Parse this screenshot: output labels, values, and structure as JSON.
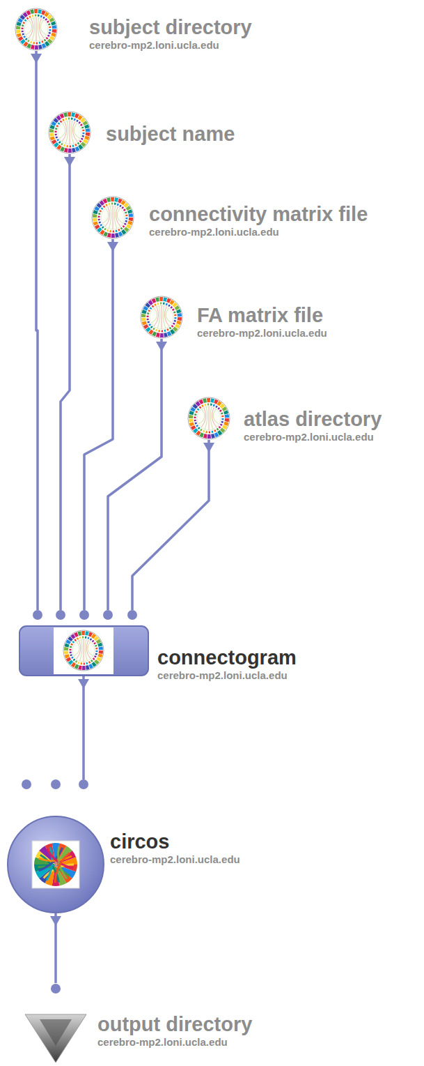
{
  "diagram": {
    "nodes": [
      {
        "text": [
          "subject directory",
          "cerebro-mp2.loni.ucla.edu"
        ]
      },
      {
        "text": [
          "subject name"
        ]
      },
      {
        "text": [
          "connectivity matrix file",
          "cerebro-mp2.loni.ucla.edu"
        ]
      },
      {
        "text": [
          "FA matrix file",
          "cerebro-mp2.loni.ucla.edu"
        ]
      },
      {
        "text": [
          "atlas directory",
          "cerebro-mp2.loni.ucla.edu"
        ]
      },
      {
        "text": [
          "connectogram",
          "cerebro-mp2.loni.ucla.edu"
        ]
      },
      {
        "text": [
          "circos",
          "cerebro-mp2.loni.ucla.edu"
        ]
      },
      {
        "text": [
          "output directory",
          "cerebro-mp2.loni.ucla.edu"
        ]
      }
    ],
    "edges": [
      {
        "from": 0,
        "to": 5,
        "arrow": "none"
      },
      {
        "from": 1,
        "to": 5,
        "arrow": "none"
      },
      {
        "from": 2,
        "to": 5,
        "arrow": "none"
      },
      {
        "from": 3,
        "to": 5,
        "arrow": "none"
      },
      {
        "from": 4,
        "to": 5,
        "arrow": "none"
      },
      {
        "from": 5,
        "to": 6,
        "arrow": "none"
      },
      {
        "from": 6,
        "to": 7,
        "arrow": "none"
      }
    ]
  }
}
